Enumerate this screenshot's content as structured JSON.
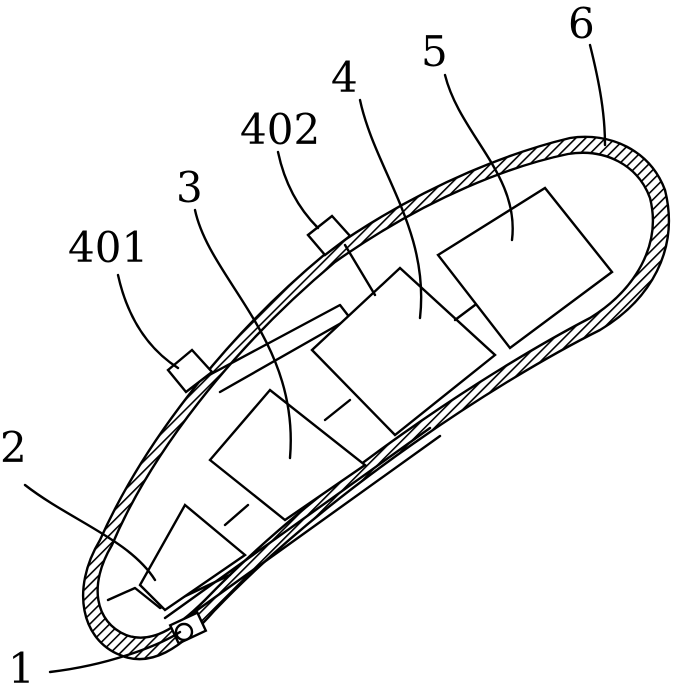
{
  "labels": {
    "part_1": "1",
    "part_2": "2",
    "part_3": "3",
    "part_4": "4",
    "part_5": "5",
    "part_6": "6",
    "part_401": "401",
    "part_402": "402"
  },
  "colors": {
    "ink": "#000000",
    "paper": "#ffffff"
  }
}
